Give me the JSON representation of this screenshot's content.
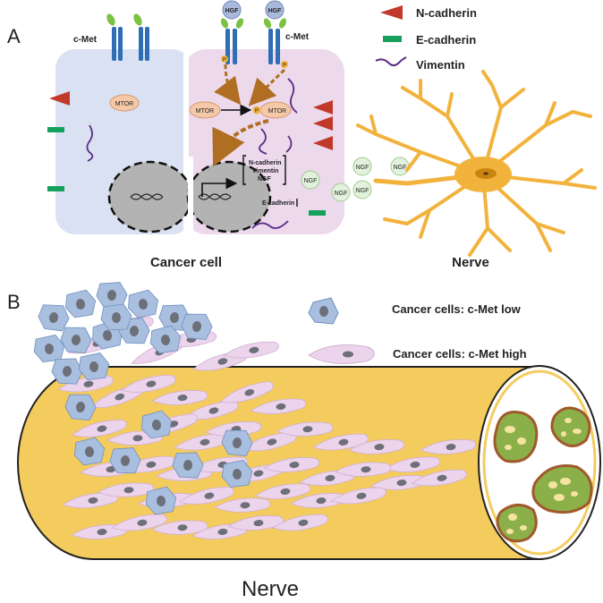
{
  "panel_a": {
    "label": "A",
    "c_met_left": "c-Met",
    "c_met_right": "c-Met",
    "hgf": [
      "HGF",
      "HGF"
    ],
    "mtor": [
      "MTOR",
      "MTOR",
      "MTOR"
    ],
    "phospho": "P",
    "genes_up": [
      "N-cadherin",
      "Vimentin",
      "NGF"
    ],
    "gene_down": "E-cadherin",
    "ngf": [
      "NGF",
      "NGF",
      "NGF",
      "NGF",
      "NGF"
    ],
    "legend": {
      "n_cadherin": "N-cadherin",
      "e_cadherin": "E-cadherin",
      "vimentin": "Vimentin"
    },
    "cancer_cell_caption": "Cancer cell",
    "nerve_caption": "Nerve"
  },
  "panel_b": {
    "label": "B",
    "legend_low": "Cancer cells: c-Met low",
    "legend_high": "Cancer cells: c-Met high",
    "nerve_caption": "Nerve"
  },
  "colors": {
    "cell_left": "#d9e1f2",
    "cell_right": "#ecd9ec",
    "n_cadherin": "#c0392b",
    "e_cadherin": "#18a05e",
    "vimentin": "#5b2a86",
    "receptor": "#2f6db5",
    "ligand_green": "#7cc242",
    "hgf": "#a9b9dc",
    "mtor": "#f5c9a8",
    "phospho": "#f2b33d",
    "arrow": "#b06e22",
    "nucleus": "#b3b3b3",
    "nerve_cell": "#f2b33d",
    "nerve_bundle": "#f4cc5e",
    "ngf": "#e3f2dd",
    "low_cell": "#a9bfe0",
    "high_cell": "#ecd4ec"
  }
}
